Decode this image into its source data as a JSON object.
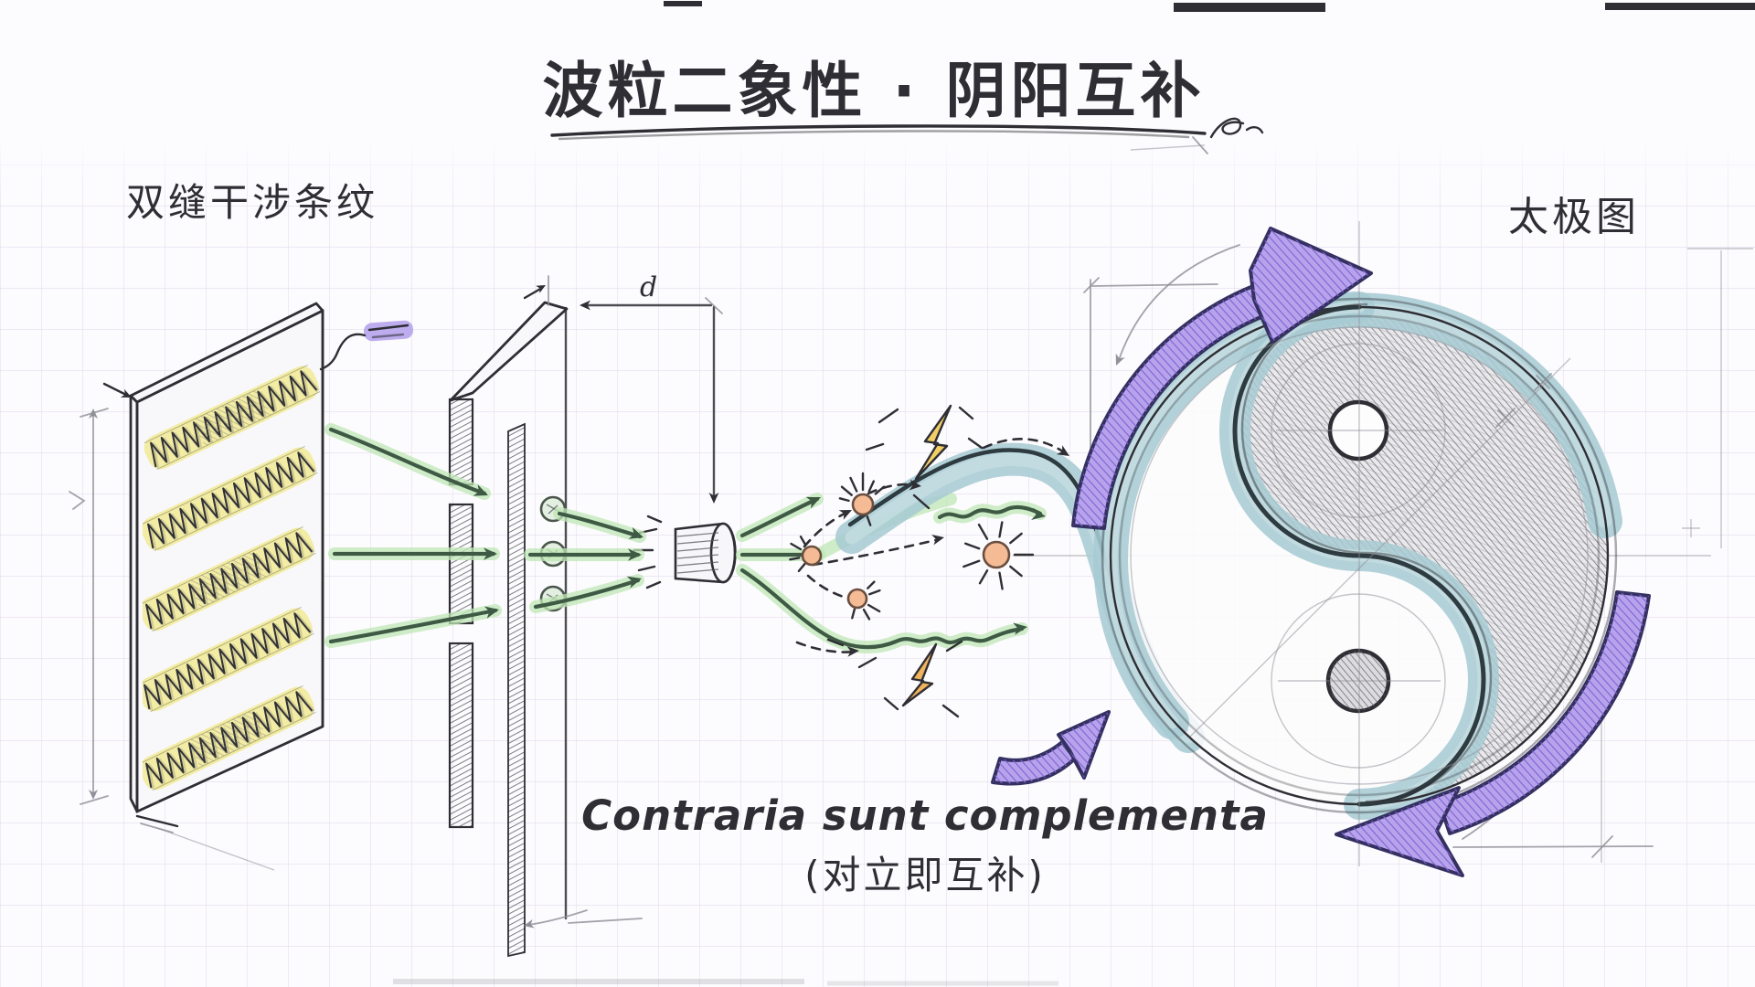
{
  "title": {
    "text": "波粒二象性 · 阴阳互补"
  },
  "labels": {
    "left": "双缝干涉条纹",
    "right": "太极图",
    "slit_distance": "d"
  },
  "caption": {
    "latin": "Contraria sunt complementa",
    "chinese": "(对立即互补)"
  },
  "palette": {
    "paper": "#fcfbfd",
    "grid-line": "#e6ddef",
    "ink": "#2e2e34",
    "pencil": "#8d8d96",
    "fringe-yellow": "#f0e98f",
    "wave-green": "#3e5a45",
    "green-glow": "#bfe7b4",
    "particle-orange": "#f4bb94",
    "bolt-yellow": "#f2cf66",
    "bolt-orange": "#efb35d",
    "band-teal": "#a7cbd3",
    "teal-light": "#c9e0e4",
    "teal-dark": "#2e3b40",
    "arrow-purple": "#b7a3ec",
    "purple-hatch": "#7e62d2",
    "purple-dark": "#343061",
    "purple-marker": "#b7a6ee"
  },
  "components": [
    "grid-paper",
    "interference-screen",
    "fringe-bands",
    "double-slit-barrier",
    "photon-dots",
    "detector-cylinder",
    "wave-arrows",
    "photon-particles",
    "lightning-bolt",
    "wave-band",
    "taiji-symbol",
    "rotation-arrows",
    "construction-lines",
    "purple-marker-note"
  ]
}
